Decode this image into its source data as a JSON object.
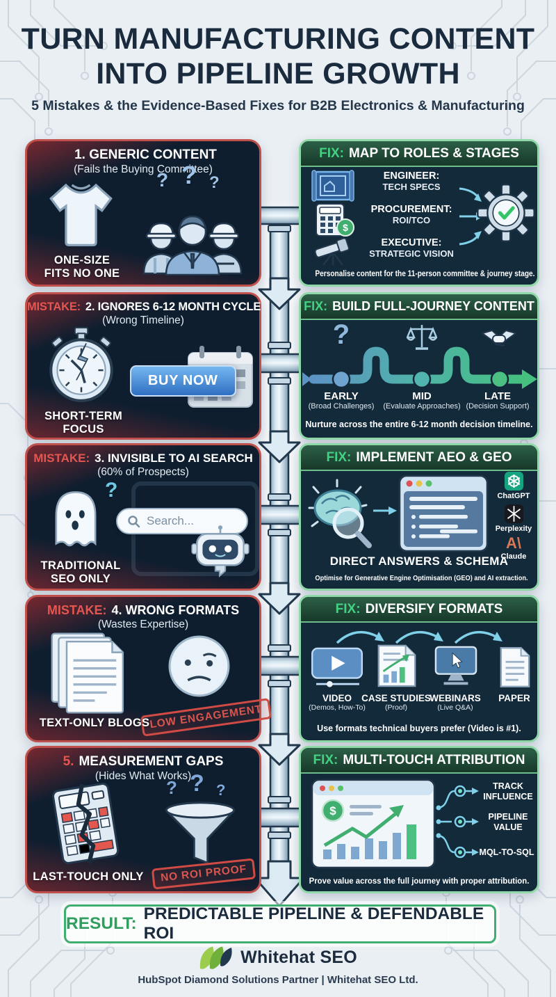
{
  "header": {
    "title_line1": "TURN MANUFACTURING CONTENT",
    "title_line2": "INTO PIPELINE GROWTH",
    "subtitle": "5 Mistakes & the Evidence-Based Fixes for B2B Electronics & Manufacturing"
  },
  "glyphs": {
    "question": "?",
    "dollar": "$",
    "claude_mark": "A\\"
  },
  "mistakes": [
    {
      "prefix": "",
      "title": "1. GENERIC CONTENT",
      "subtitle": "(Fails the Buying Committee)",
      "caption": "ONE-SIZE\nFITS NO ONE"
    },
    {
      "prefix": "MISTAKE:",
      "title": "2. IGNORES 6-12 MONTH CYCLE",
      "subtitle": "(Wrong Timeline)",
      "caption": "SHORT-TERM\nFOCUS",
      "button_label": "BUY NOW"
    },
    {
      "prefix": "MISTAKE:",
      "title": "3. INVISIBLE TO AI SEARCH",
      "subtitle": "(60% of Prospects)",
      "caption": "TRADITIONAL\nSEO ONLY",
      "search_placeholder": "Search..."
    },
    {
      "prefix": "MISTAKE:",
      "title": "4. WRONG FORMATS",
      "subtitle": "(Wastes Expertise)",
      "caption": "TEXT-ONLY BLOGS",
      "stamp": "LOW ENGAGEMENT"
    },
    {
      "prefix": "5.",
      "title": "MEASUREMENT GAPS",
      "subtitle": "(Hides What Works)",
      "caption": "LAST-TOUCH ONLY",
      "stamp": "NO ROI PROOF"
    }
  ],
  "fixes": [
    {
      "prefix": "FIX:",
      "title": "MAP TO ROLES & STAGES",
      "roles": [
        {
          "name": "ENGINEER:",
          "focus": "TECH SPECS"
        },
        {
          "name": "PROCUREMENT:",
          "focus": "ROI/TCO"
        },
        {
          "name": "EXECUTIVE:",
          "focus": "STRATEGIC VISION"
        }
      ],
      "footer": "Personalise content for the 11-person committee & journey stage."
    },
    {
      "prefix": "FIX:",
      "title": "BUILD FULL-JOURNEY CONTENT",
      "stages": [
        {
          "label": "EARLY",
          "desc": "(Broad Challenges)"
        },
        {
          "label": "MID",
          "desc": "(Evaluate Approaches)"
        },
        {
          "label": "LATE",
          "desc": "(Decision Support)"
        }
      ],
      "footer": "Nurture across the entire 6-12 month decision timeline."
    },
    {
      "prefix": "FIX:",
      "title": "IMPLEMENT AEO & GEO",
      "ai_tools": [
        {
          "name": "ChatGPT"
        },
        {
          "name": "Perplexity"
        },
        {
          "name": "Claude"
        }
      ],
      "caption": "DIRECT ANSWERS & SCHEMA",
      "footer": "Optimise for Generative Engine Optimisation (GEO) and AI extraction."
    },
    {
      "prefix": "FIX:",
      "title": "DIVERSIFY FORMATS",
      "formats": [
        {
          "label": "VIDEO",
          "desc": "(Demos, How-To)"
        },
        {
          "label": "CASE STUDIES",
          "desc": "(Proof)"
        },
        {
          "label": "WEBINARS",
          "desc": "(Live Q&A)"
        },
        {
          "label": "PAPER",
          "desc": ""
        }
      ],
      "footer": "Use formats technical buyers prefer (Video is #1)."
    },
    {
      "prefix": "FIX:",
      "title": "MULTI-TOUCH ATTRIBUTION",
      "outputs": [
        {
          "label": "TRACK\nINFLUENCE"
        },
        {
          "label": "PIPELINE\nVALUE"
        },
        {
          "label": "MQL-TO-SQL"
        }
      ],
      "footer": "Prove value across the full journey with proper attribution."
    }
  ],
  "result": {
    "prefix": "RESULT:",
    "text": "PREDICTABLE PIPELINE & DEFENDABLE ROI"
  },
  "brand": {
    "name": "Whitehat SEO",
    "tagline": "HubSpot Diamond Solutions Partner | Whitehat SEO Ltd."
  },
  "colors": {
    "mistake_red": "#cf4b44",
    "fix_green": "#45d184",
    "navy": "#1b2b3e",
    "pipe_steel": "#bcd2e0",
    "accent_cyan": "#7fd0e8"
  }
}
